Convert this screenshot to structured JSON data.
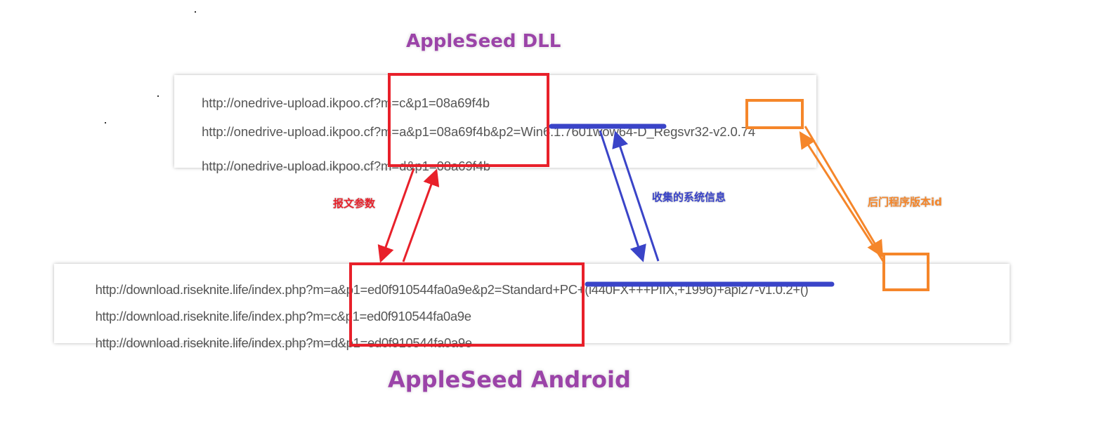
{
  "diagram": {
    "top_title": "AppleSeed DLL",
    "bottom_title": "AppleSeed Android",
    "dll_urls": [
      {
        "base": "http://onedrive-upload.ikpoo.cf",
        "params": "?m=c&p1=08a69f4b",
        "p2_info": "",
        "sep": "",
        "version": "",
        "tail": ""
      },
      {
        "base": "http://onedrive-upload.ikpoo.cf",
        "params": "?m=a&p1=08a69f4b&p2=",
        "p2_info": "Win6.1.7601wow64",
        "sep": "-D_Regsvr32-",
        "version": "v2.0.74",
        "tail": ""
      },
      {
        "base": "http://onedrive-upload.ikpoo.cf",
        "params": "?m=d&p1=08a69f4b",
        "p2_info": "",
        "sep": "",
        "version": "",
        "tail": ""
      }
    ],
    "android_urls": [
      {
        "base": "http://download.riseknite.life/index.php",
        "params": "?m=a&p1=ed0f910544fa0a9e&p2=",
        "p2_info": "Standard+PC+(i440FX+++PIIX,+1996)",
        "sep": "+api27-",
        "version": "v1.0.2",
        "tail": "+()"
      },
      {
        "base": "http://download.riseknite.life/index.php",
        "params": "?m=c&p1=ed0f910544fa0a9e",
        "p2_info": "",
        "sep": "",
        "version": "",
        "tail": ""
      },
      {
        "base": "http://download.riseknite.life/index.php",
        "params": "?m=d&p1=ed0f910544fa0a9e",
        "p2_info": "",
        "sep": "",
        "version": "",
        "tail": ""
      }
    ],
    "annotations": {
      "params_label": "报文参数",
      "sysinfo_label": "收集的系统信息",
      "version_label": "后门程序版本id"
    },
    "colors": {
      "title": "#9b44a8",
      "params": "#e8202a",
      "sysinfo": "#3a44c8",
      "version": "#f5862a",
      "url_text": "#555555"
    }
  }
}
